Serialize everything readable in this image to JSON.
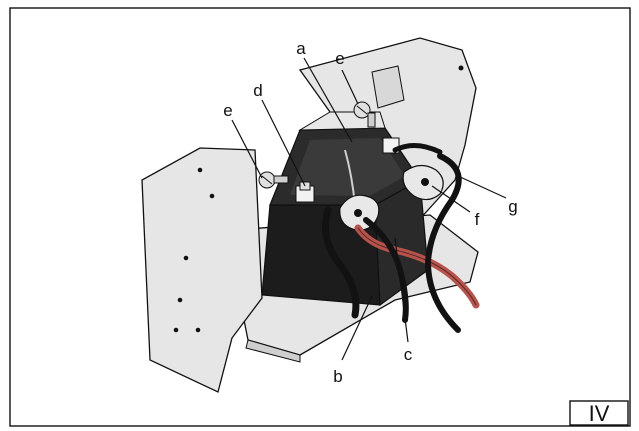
{
  "figure": {
    "callouts": {
      "a": "a",
      "b": "b",
      "c": "c",
      "d": "d",
      "e_top": "e",
      "e_left": "e",
      "f": "f",
      "g": "g"
    },
    "panel_id": "IV",
    "colors": {
      "line": "#111111",
      "panel": "#e6e6e6",
      "battery": "#1c1c1c",
      "red_cable": "#b8524a",
      "black_cable": "#121212"
    }
  }
}
